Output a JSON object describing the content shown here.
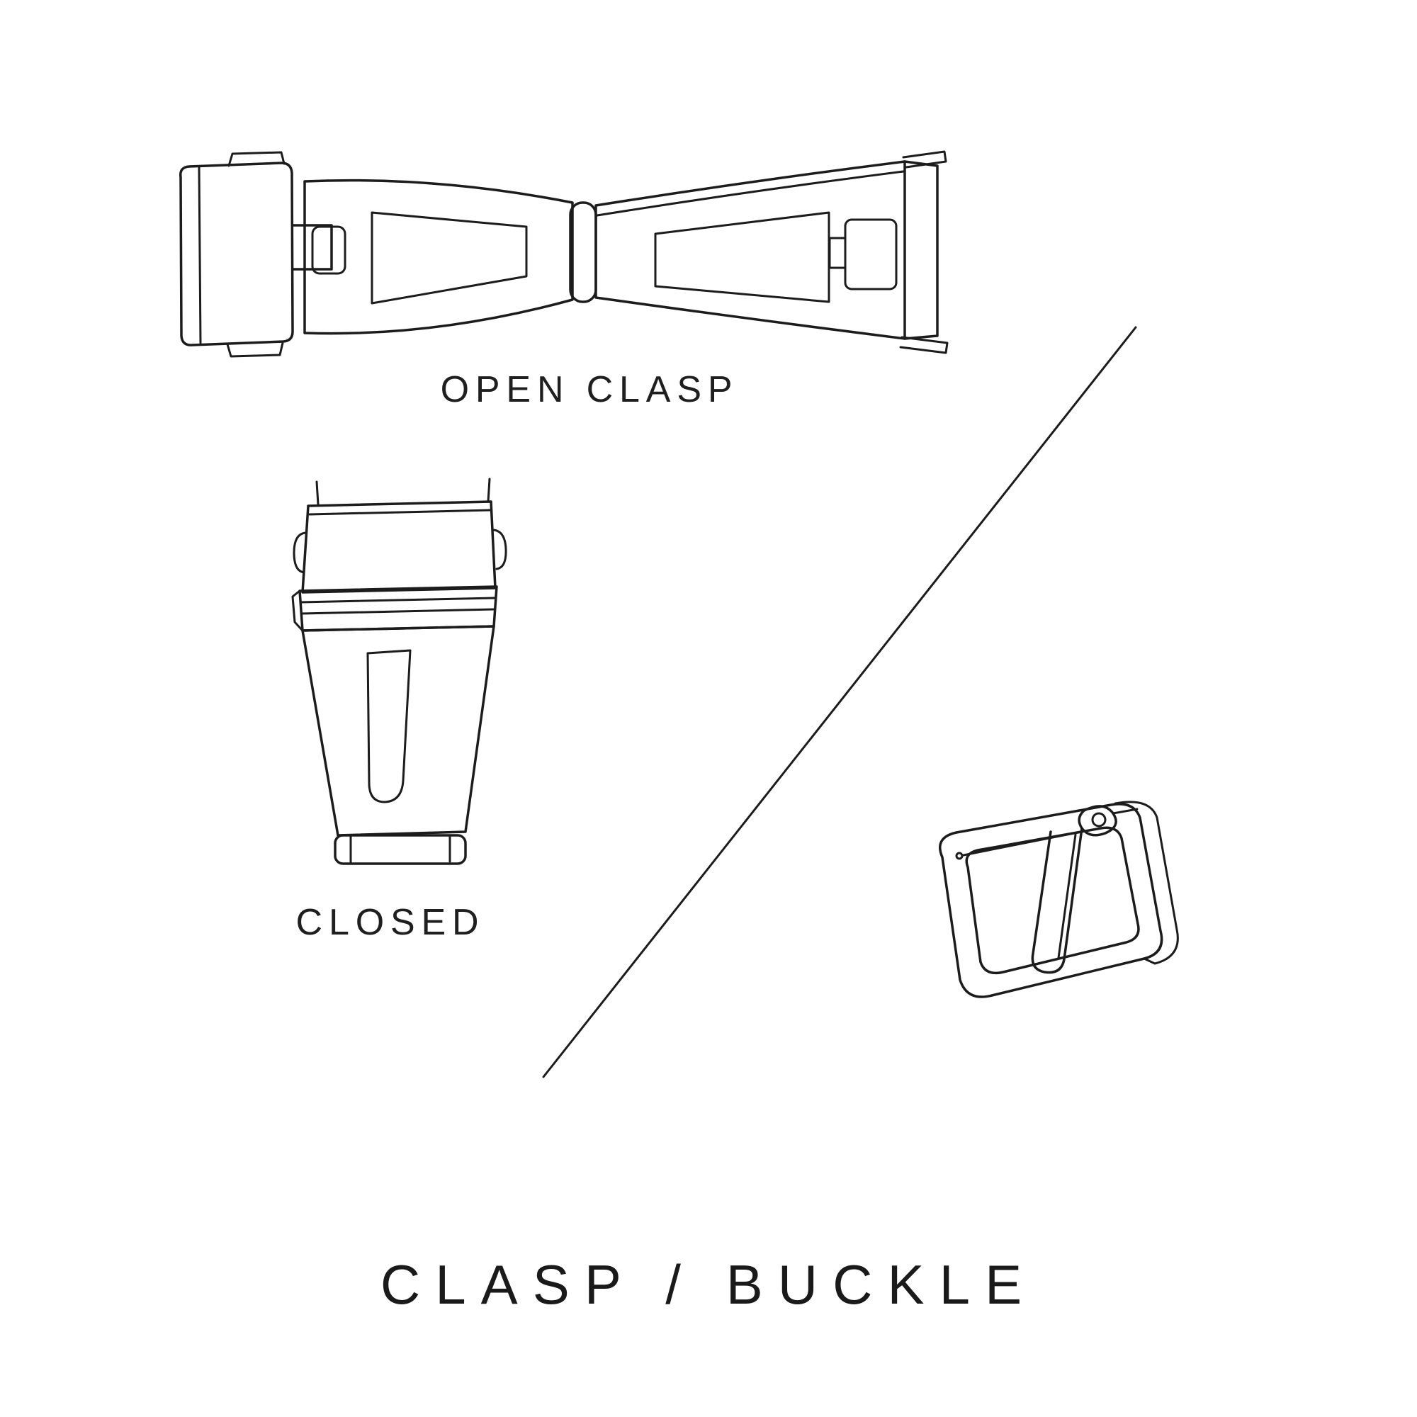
{
  "page": {
    "background_color": "#ffffff",
    "line_color": "#1c1c1c",
    "text_color": "#1f1f1f",
    "title": "CLASP / BUCKLE"
  },
  "figures": {
    "open_clasp": {
      "label": "OPEN CLASP",
      "illustration": "open-butterfly-clasp-line-drawing"
    },
    "closed_clasp": {
      "label": "CLOSED",
      "illustration": "closed-clasp-line-drawing"
    },
    "buckle": {
      "illustration": "tang-buckle-line-drawing"
    },
    "divider": {
      "illustration": "diagonal-divider-line"
    }
  }
}
